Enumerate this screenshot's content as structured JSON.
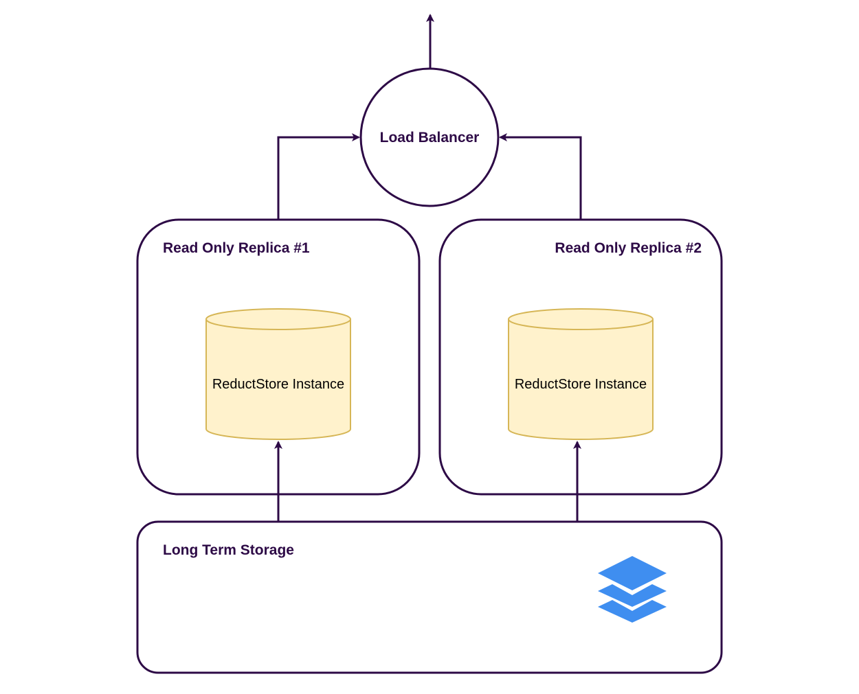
{
  "colors": {
    "stroke": "#2d0a46",
    "db_fill": "#fff2cc",
    "db_stroke": "#d6b656",
    "icon_blue": "#3f8ef0",
    "text": "#000000"
  },
  "load_balancer": {
    "label": "Load Balancer"
  },
  "replicas": [
    {
      "title": "Read Only Replica #1",
      "instance_label": "ReductStore Instance"
    },
    {
      "title": "Read Only Replica #2",
      "instance_label": "ReductStore Instance"
    }
  ],
  "storage": {
    "title": "Long Term Storage",
    "icon": "layers-icon"
  }
}
